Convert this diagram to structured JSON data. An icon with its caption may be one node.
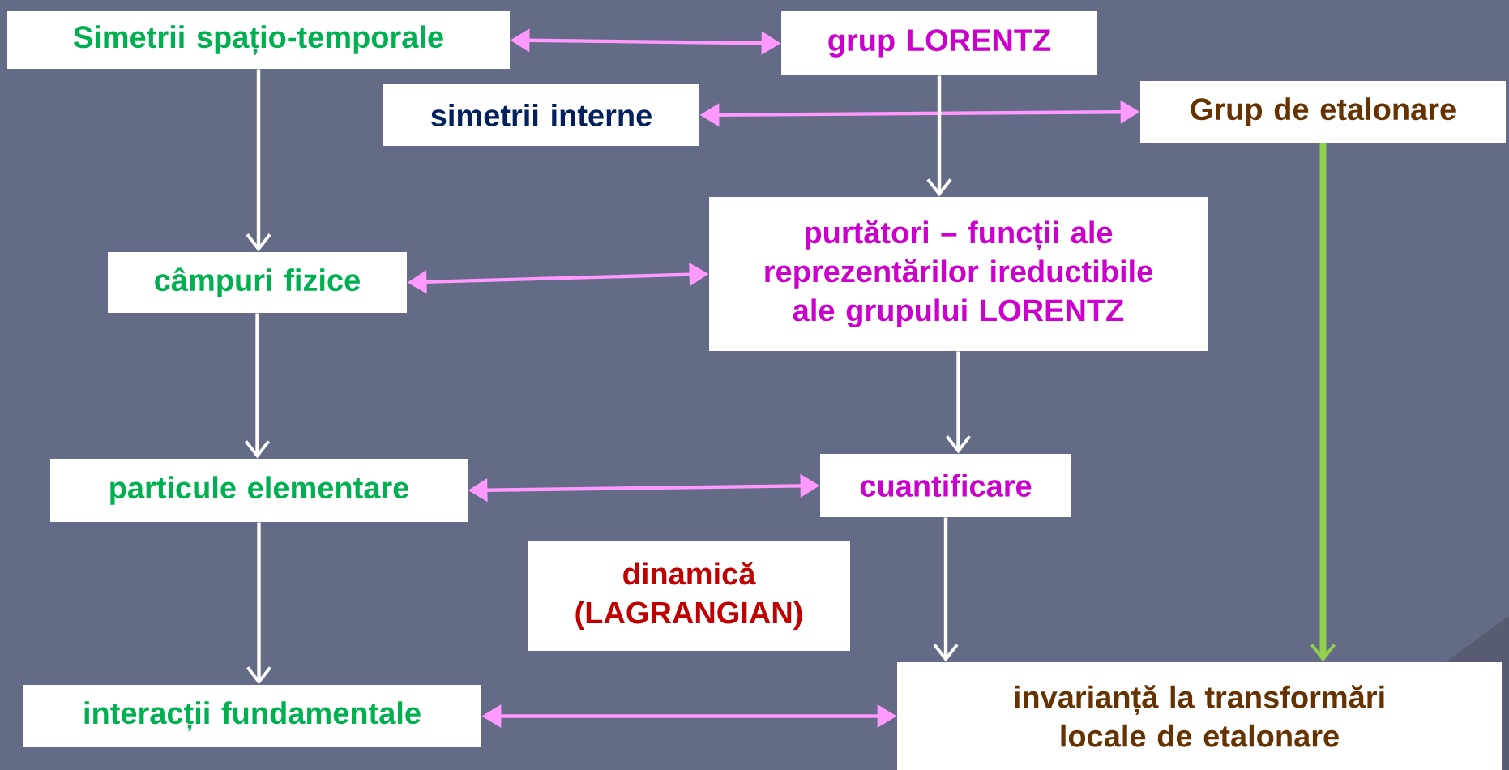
{
  "diagram": {
    "nodes": [
      {
        "text": [
          "Simetrii spațio-temporale"
        ]
      },
      {
        "text": [
          "grup LORENTZ"
        ]
      },
      {
        "text": [
          "simetrii interne"
        ]
      },
      {
        "text": [
          "Grup de etalonare"
        ]
      },
      {
        "text": [
          "câmpuri fizice"
        ]
      },
      {
        "text": [
          "purtători – funcții ale reprezentărilor ireductibile ale grupului LORENTZ"
        ]
      },
      {
        "text": [
          "particule elementare"
        ]
      },
      {
        "text": [
          "cuantificare"
        ]
      },
      {
        "text": [
          "dinamică (LAGRANGIAN)"
        ]
      },
      {
        "text": [
          "interacții fundamentale"
        ]
      },
      {
        "text": [
          "invarianță la transformări locale de etalonare"
        ]
      }
    ],
    "edges": [
      {
        "from": 0,
        "to": 1,
        "arrow": "both",
        "color": "#ff99ff"
      },
      {
        "from": 2,
        "to": 3,
        "arrow": "both",
        "color": "#ff99ff"
      },
      {
        "from": 0,
        "to": 4,
        "arrow": "to"
      },
      {
        "from": 1,
        "to": 5,
        "arrow": "to"
      },
      {
        "from": 3,
        "to": 10,
        "arrow": "to",
        "style": "thick",
        "color": "#92d050"
      },
      {
        "from": 4,
        "to": 5,
        "arrow": "both",
        "color": "#ff99ff"
      },
      {
        "from": 4,
        "to": 6,
        "arrow": "to"
      },
      {
        "from": 5,
        "to": 7,
        "arrow": "to"
      },
      {
        "from": 6,
        "to": 7,
        "arrow": "both",
        "color": "#ff99ff"
      },
      {
        "from": 6,
        "to": 9,
        "arrow": "to"
      },
      {
        "from": 7,
        "to": 10,
        "arrow": "to"
      },
      {
        "from": 9,
        "to": 10,
        "arrow": "both",
        "color": "#ff99ff"
      }
    ]
  }
}
